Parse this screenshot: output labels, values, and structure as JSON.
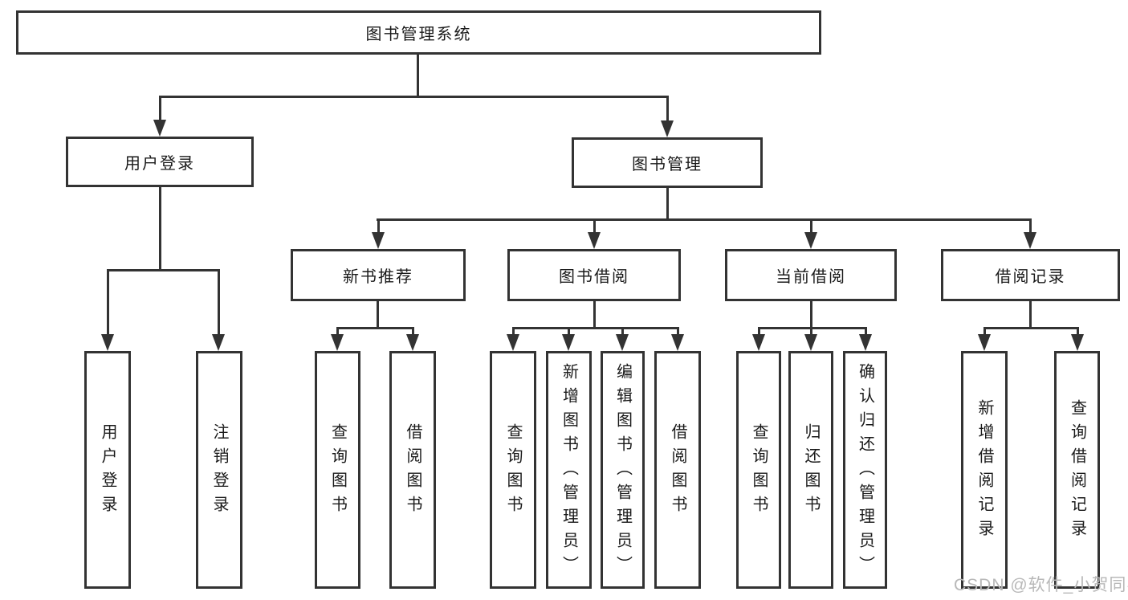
{
  "watermark": "CSDN @软件_小贺同学",
  "colors": {
    "line": "#333333",
    "text": "#1a1a1a",
    "watermark": "#b8b8b8",
    "background": "#ffffff"
  },
  "tree": {
    "label": "图书管理系统",
    "children": [
      {
        "label": "用户登录",
        "children": [
          {
            "label": "用户登录"
          },
          {
            "label": "注销登录"
          }
        ]
      },
      {
        "label": "图书管理",
        "children": [
          {
            "label": "新书推荐",
            "children": [
              {
                "label": "查询图书"
              },
              {
                "label": "借阅图书"
              }
            ]
          },
          {
            "label": "图书借阅",
            "children": [
              {
                "label": "查询图书"
              },
              {
                "label": "新增图书（管理员）"
              },
              {
                "label": "编辑图书（管理员）"
              },
              {
                "label": "借阅图书"
              }
            ]
          },
          {
            "label": "当前借阅",
            "children": [
              {
                "label": "查询图书"
              },
              {
                "label": "归还图书"
              },
              {
                "label": "确认归还（管理员）"
              }
            ]
          },
          {
            "label": "借阅记录",
            "children": [
              {
                "label": "新增借阅记录"
              },
              {
                "label": "查询借阅记录"
              }
            ]
          }
        ]
      }
    ]
  }
}
